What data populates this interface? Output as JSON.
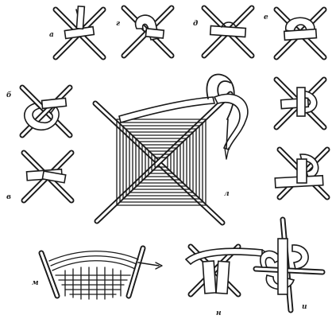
{
  "figures": [
    {
      "id": "a",
      "label": "а"
    },
    {
      "id": "g",
      "label": "г"
    },
    {
      "id": "d",
      "label": "д"
    },
    {
      "id": "e",
      "label": "е"
    },
    {
      "id": "b",
      "label": "б"
    },
    {
      "id": "l",
      "label": "л"
    },
    {
      "id": "v",
      "label": "в"
    },
    {
      "id": "m",
      "label": "м"
    },
    {
      "id": "n",
      "label": "н"
    },
    {
      "id": "i",
      "label": "и"
    }
  ]
}
